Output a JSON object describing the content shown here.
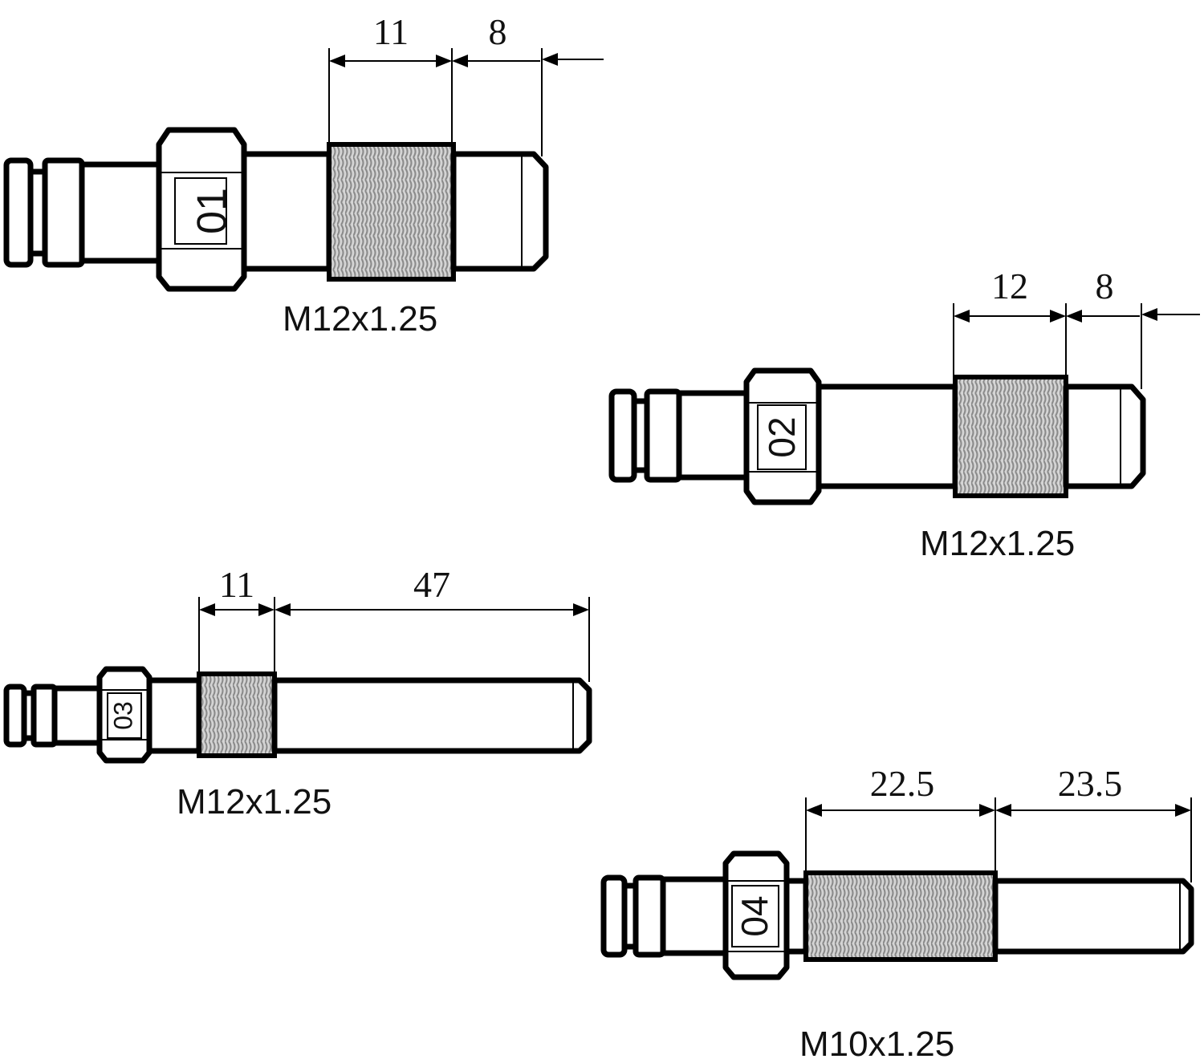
{
  "parts": [
    {
      "id": "01",
      "thread": "M12x1.25",
      "dims": [
        "11",
        "8"
      ]
    },
    {
      "id": "02",
      "thread": "M12x1.25",
      "dims": [
        "12",
        "8"
      ]
    },
    {
      "id": "03",
      "thread": "M12x1.25",
      "dims": [
        "11",
        "47"
      ]
    },
    {
      "id": "04",
      "thread": "M10x1.25",
      "dims": [
        "22.5",
        "23.5"
      ]
    }
  ]
}
